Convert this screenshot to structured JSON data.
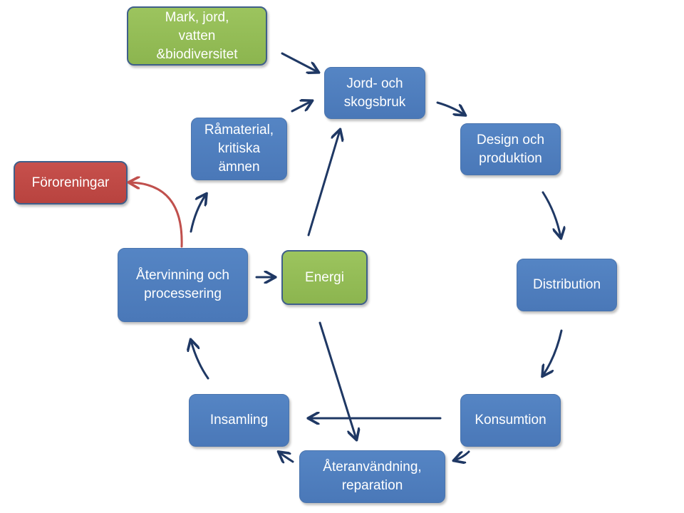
{
  "colors": {
    "blue_node": "#4f81bd",
    "green_node": "#9bbb59",
    "red_node": "#c0504d",
    "arrow": "#1f3864",
    "red_arrow": "#c0504d"
  },
  "nodes": {
    "mark": "Mark, jord,\nvatten\n&biodiversitet",
    "jord": "Jord- och\nskogsbruk",
    "design": "Design och\nproduktion",
    "distribution": "Distribution",
    "konsumtion": "Konsumtion",
    "ateranvandning": "Återanvändning,\nreparation",
    "insamling": "Insamling",
    "atervinning": "Återvinning och\nprocessering",
    "energi": "Energi",
    "ramaterial": "Råmaterial,\nkritiska\nämnen",
    "fororeningar": "Föroreningar"
  }
}
